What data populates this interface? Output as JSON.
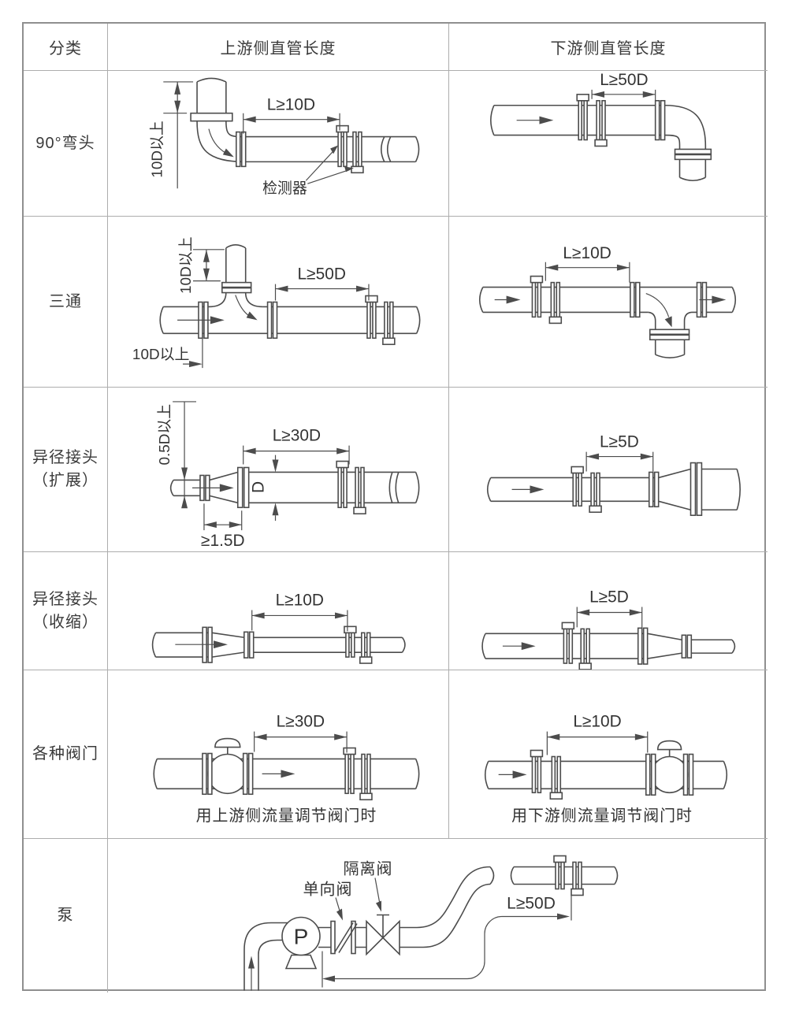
{
  "header": {
    "category": "分类",
    "upstream": "上游侧直管长度",
    "downstream": "下游侧直管长度"
  },
  "rows": {
    "elbow": {
      "label": "90°弯头",
      "up_dim": "L≥10D",
      "up_riser": "10D以上",
      "detector": "检测器",
      "down_dim": "L≥50D"
    },
    "tee": {
      "label": "三通",
      "up_dim": "L≥50D",
      "up_riser": "10D以上",
      "up_left": "10D以上",
      "down_dim": "L≥10D"
    },
    "expander": {
      "label": "异径接头\n（扩展）",
      "up_dim": "L≥30D",
      "up_offset": "0.5D以上",
      "up_diameter": "D",
      "up_cone": "≥1.5D",
      "down_dim": "L≥5D"
    },
    "reducer": {
      "label": "异径接头\n（收缩）",
      "up_dim": "L≥10D",
      "down_dim": "L≥5D"
    },
    "valves": {
      "label": "各种阀门",
      "up_dim": "L≥30D",
      "up_caption": "用上游侧流量调节阀门时",
      "down_dim": "L≥10D",
      "down_caption": "用下游侧流量调节阀门时"
    },
    "pump": {
      "label": "泵",
      "dim": "L≥50D",
      "check_valve": "单向阀",
      "isolation_valve": "隔离阀",
      "symbol": "P"
    }
  },
  "colors": {
    "line": "#4c4c4c",
    "border": "#adadad",
    "text": "#333333"
  }
}
